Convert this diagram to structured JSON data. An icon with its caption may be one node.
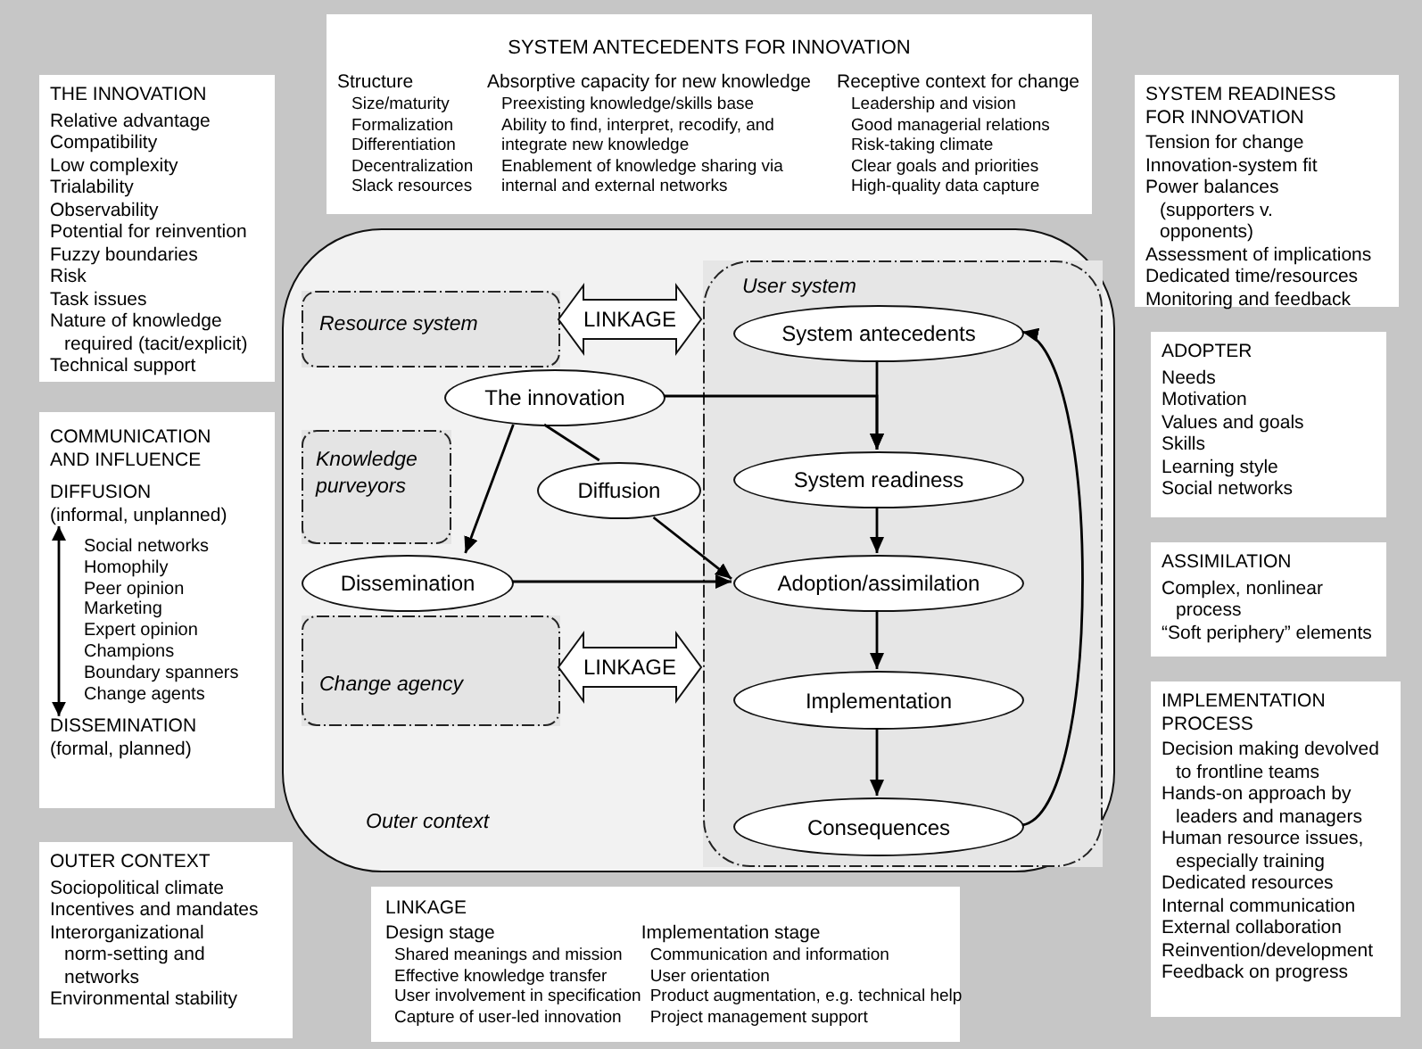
{
  "diagram": {
    "nodes": [
      {
        "text": [
          "THE INNOVATION",
          "Relative advantage",
          "Compatibility",
          "Low complexity",
          "Trialability",
          "Observability",
          "Potential for reinvention",
          "Fuzzy boundaries",
          "Risk",
          "Task issues",
          "Nature of knowledge required (tacit/explicit)",
          "Technical support"
        ]
      },
      {
        "text": [
          "SYSTEM ANTECEDENTS FOR INNOVATION",
          "Structure",
          "Size/maturity",
          "Formalization",
          "Differentiation",
          "Decentralization",
          "Slack resources",
          "Absorptive capacity for new knowledge",
          "Preexisting knowledge/skills base",
          "Ability to find, interpret, recodify, and integrate new knowledge",
          "Enablement of knowledge sharing via internal and external networks",
          "Receptive context for change",
          "Leadership and vision",
          "Good managerial relations",
          "Risk-taking climate",
          "Clear goals and priorities",
          "High-quality data capture"
        ]
      },
      {
        "text": [
          "SYSTEM READINESS FOR INNOVATION",
          "Tension for change",
          "Innovation-system fit",
          "Power balances (supporters v. opponents)",
          "Assessment of implications",
          "Dedicated time/resources",
          "Monitoring and feedback"
        ]
      },
      {
        "text": [
          "COMMUNICATION AND INFLUENCE",
          "DIFFUSION",
          "(informal, unplanned)",
          "Social networks",
          "Homophily",
          "Peer opinion",
          "Marketing",
          "Expert opinion",
          "Champions",
          "Boundary spanners",
          "Change agents",
          "DISSEMINATION",
          "(formal, planned)"
        ]
      },
      {
        "text": [
          "ADOPTER",
          "Needs",
          "Motivation",
          "Values and goals",
          "Skills",
          "Learning style",
          "Social networks"
        ]
      },
      {
        "text": [
          "ASSIMILATION",
          "Complex, nonlinear process",
          "“Soft periphery” elements"
        ]
      },
      {
        "text": [
          "IMPLEMENTATION PROCESS",
          "Decision making devolved to frontline teams",
          "Hands-on approach by leaders and managers",
          "Human resource issues, especially training",
          "Dedicated resources",
          "Internal communication",
          "External collaboration",
          "Reinvention/development",
          "Feedback on progress"
        ]
      },
      {
        "text": [
          "OUTER CONTEXT",
          "Sociopolitical climate",
          "Incentives and mandates",
          "Interorganizational norm-setting and networks",
          "Environmental stability"
        ]
      },
      {
        "text": [
          "LINKAGE",
          "Design stage",
          "Shared meanings and mission",
          "Effective knowledge transfer",
          "User involvement in specification",
          "Capture of user-led innovation",
          "Implementation stage",
          "Communication and information",
          "User orientation",
          "Product augmentation, e.g. technical help",
          "Project management support"
        ]
      },
      {
        "text": [
          "Outer context"
        ]
      },
      {
        "text": [
          "Resource system"
        ],
        "in": 9
      },
      {
        "text": [
          "Knowledge purveyors"
        ],
        "in": 9
      },
      {
        "text": [
          "Change agency"
        ],
        "in": 9
      },
      {
        "text": [
          "User system"
        ],
        "in": 9
      },
      {
        "text": [
          "The innovation"
        ],
        "in": 9
      },
      {
        "text": [
          "Diffusion"
        ],
        "in": 9
      },
      {
        "text": [
          "Dissemination"
        ],
        "in": 9
      },
      {
        "text": [
          "System antecedents"
        ],
        "in": 13
      },
      {
        "text": [
          "System readiness"
        ],
        "in": 13
      },
      {
        "text": [
          "Adoption/assimilation"
        ],
        "in": 13
      },
      {
        "text": [
          "Implementation"
        ],
        "in": 13
      },
      {
        "text": [
          "Consequences"
        ],
        "in": 13
      }
    ],
    "edges": [
      {
        "from": 14,
        "to": 18,
        "arrow": "to"
      },
      {
        "from": 14,
        "to": 16,
        "arrow": "to"
      },
      {
        "from": 14,
        "to": 15,
        "arrow": "none"
      },
      {
        "from": 15,
        "to": 19,
        "arrow": "to"
      },
      {
        "from": 16,
        "to": 19,
        "arrow": "to"
      },
      {
        "from": 17,
        "to": 18,
        "arrow": "to"
      },
      {
        "from": 18,
        "to": 19,
        "arrow": "to"
      },
      {
        "from": 19,
        "to": 20,
        "arrow": "to"
      },
      {
        "from": 20,
        "to": 21,
        "arrow": "to"
      },
      {
        "from": 21,
        "to": 17,
        "arrow": "to"
      },
      {
        "from": 10,
        "to": 13,
        "arrow": "both",
        "label": "LINKAGE"
      },
      {
        "from": 12,
        "to": 13,
        "arrow": "both",
        "label": "LINKAGE"
      }
    ]
  }
}
